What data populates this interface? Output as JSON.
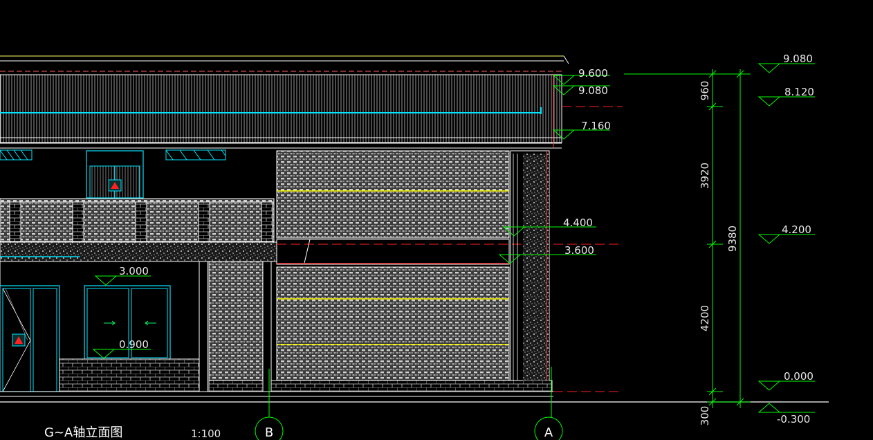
{
  "drawing": {
    "title": "G~A轴立面图",
    "scale": "1:100",
    "axis_b": "B",
    "axis_a": "A"
  },
  "elevations_mid": {
    "e1": "9.600",
    "e2": "9.080",
    "e3": "7.160",
    "e4": "4.400",
    "e5": "3.600"
  },
  "elevations_right": {
    "r1": "9.080",
    "r2": "8.120",
    "r3": "4.200",
    "r4": "0.000",
    "r5": "-0.300"
  },
  "elevations_left": {
    "l1": "3.000",
    "l2": "0.900"
  },
  "dimensions": {
    "d1": "960",
    "d2": "3920",
    "d3": "4200",
    "d4": "300",
    "total": "9380"
  },
  "colors": {
    "background": "#000000",
    "dimension": "#00ff00",
    "outline": "#ffffff",
    "window": "#00e5ff",
    "accent_line": "#ffff00",
    "level_line": "#ff0000",
    "sign_red": "#ff2020"
  }
}
